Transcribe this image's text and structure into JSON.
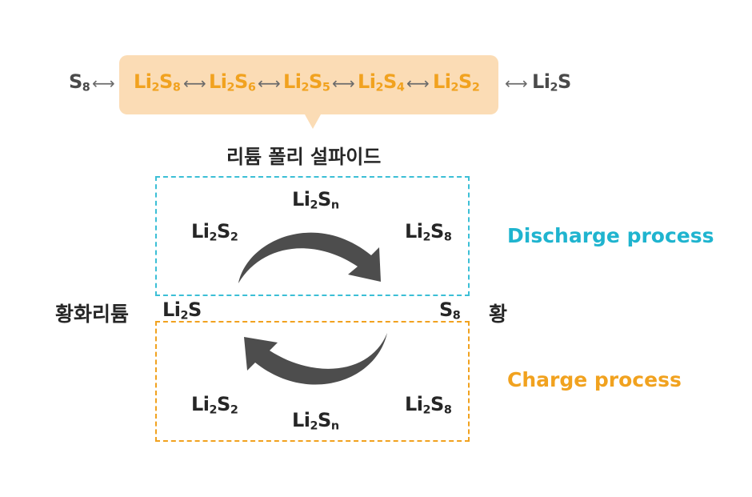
{
  "top_chain": {
    "s8": {
      "base": "S",
      "sub": "8"
    },
    "polysulfides": [
      {
        "p1": "Li",
        "s1": "2",
        "p2": "S",
        "s2": "8"
      },
      {
        "p1": "Li",
        "s1": "2",
        "p2": "S",
        "s2": "6"
      },
      {
        "p1": "Li",
        "s1": "2",
        "p2": "S",
        "s2": "5"
      },
      {
        "p1": "Li",
        "s1": "2",
        "p2": "S",
        "s2": "4"
      },
      {
        "p1": "Li",
        "s1": "2",
        "p2": "S",
        "s2": "2"
      }
    ],
    "li2s": {
      "p1": "Li",
      "s1": "2",
      "p2": "S"
    },
    "arrow": "⟷",
    "callout_label": "리튬 폴리 설파이드"
  },
  "cycle": {
    "left_label": "황화리튬",
    "right_label": "황",
    "li2s": {
      "p1": "Li",
      "s1": "2",
      "p2": "S"
    },
    "s8": {
      "base": "S",
      "sub": "8"
    },
    "discharge": {
      "label": "Discharge process",
      "li2s2": {
        "p1": "Li",
        "s1": "2",
        "p2": "S",
        "s2": "2"
      },
      "li2sn": {
        "p1": "Li",
        "s1": "2",
        "p2": "S",
        "s2": "n"
      },
      "li2s8": {
        "p1": "Li",
        "s1": "2",
        "p2": "S",
        "s2": "8"
      }
    },
    "charge": {
      "label": "Charge process",
      "li2s2": {
        "p1": "Li",
        "s1": "2",
        "p2": "S",
        "s2": "2"
      },
      "li2sn": {
        "p1": "Li",
        "s1": "2",
        "p2": "S",
        "s2": "n"
      },
      "li2s8": {
        "p1": "Li",
        "s1": "2",
        "p2": "S",
        "s2": "8"
      }
    }
  },
  "colors": {
    "discharge": "#3cbfd6",
    "charge": "#f1a21f",
    "callout_bg": "#fbdcb5",
    "arrow": "#4d4d4d"
  }
}
